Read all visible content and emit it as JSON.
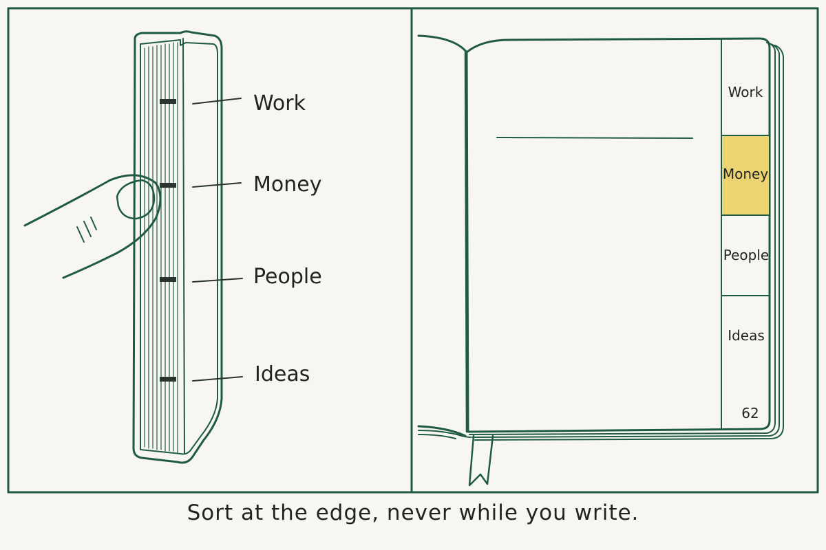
{
  "left_panel": {
    "edge_labels": [
      "Work",
      "Money",
      "People",
      "Ideas"
    ]
  },
  "right_panel": {
    "tabs": [
      {
        "label": "Work",
        "highlighted": false
      },
      {
        "label": "Money",
        "highlighted": true
      },
      {
        "label": "People",
        "highlighted": false
      },
      {
        "label": "Ideas",
        "highlighted": false
      }
    ],
    "page_number": "62"
  },
  "caption": "Sort at the edge, never while you write.",
  "colors": {
    "ink": "#1f5a45",
    "paper": "#f7f6f1",
    "tab_highlight": "#ecd472",
    "text": "#1f2321"
  }
}
